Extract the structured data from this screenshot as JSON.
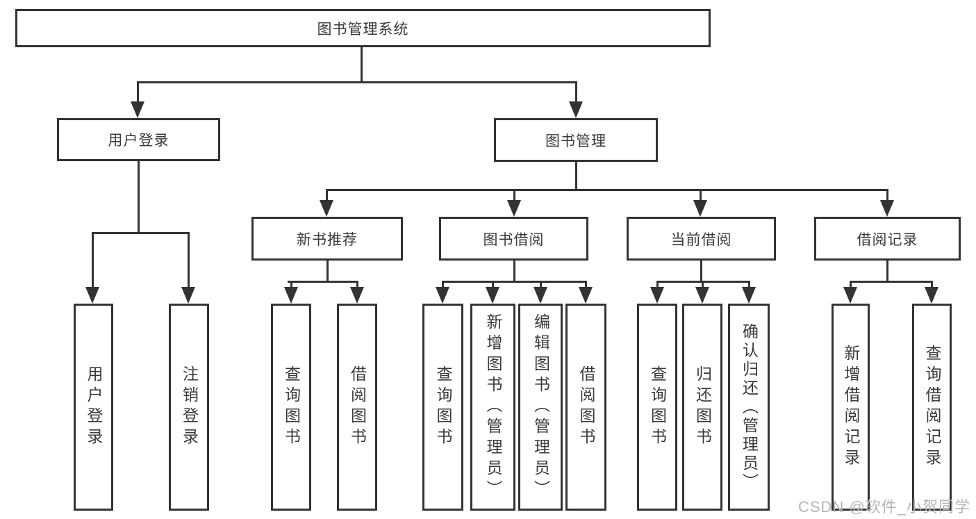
{
  "tree": {
    "root": {
      "label": "图书管理系统"
    },
    "branches": [
      {
        "label": "用户登录",
        "children": [
          {
            "label": "用户登录"
          },
          {
            "label": "注销登录"
          }
        ]
      },
      {
        "label": "图书管理",
        "children": [
          {
            "label": "新书推荐",
            "children": [
              {
                "label": "查询图书"
              },
              {
                "label": "借阅图书"
              }
            ]
          },
          {
            "label": "图书借阅",
            "children": [
              {
                "label": "查询图书"
              },
              {
                "label": "新增图书（管理员）"
              },
              {
                "label": "编辑图书（管理员）"
              },
              {
                "label": "借阅图书"
              }
            ]
          },
          {
            "label": "当前借阅",
            "children": [
              {
                "label": "查询图书"
              },
              {
                "label": "归还图书"
              },
              {
                "label": "确认归还（管理员）"
              }
            ]
          },
          {
            "label": "借阅记录",
            "children": [
              {
                "label": "新增借阅记录"
              },
              {
                "label": "查询借阅记录"
              }
            ]
          }
        ]
      }
    ]
  },
  "watermark": {
    "text": "CSDN @软件_小贺同学"
  },
  "colors": {
    "line": "#333333",
    "text": "#3a3a3a",
    "background": "#ffffff",
    "watermark": "#b5b5b5"
  }
}
